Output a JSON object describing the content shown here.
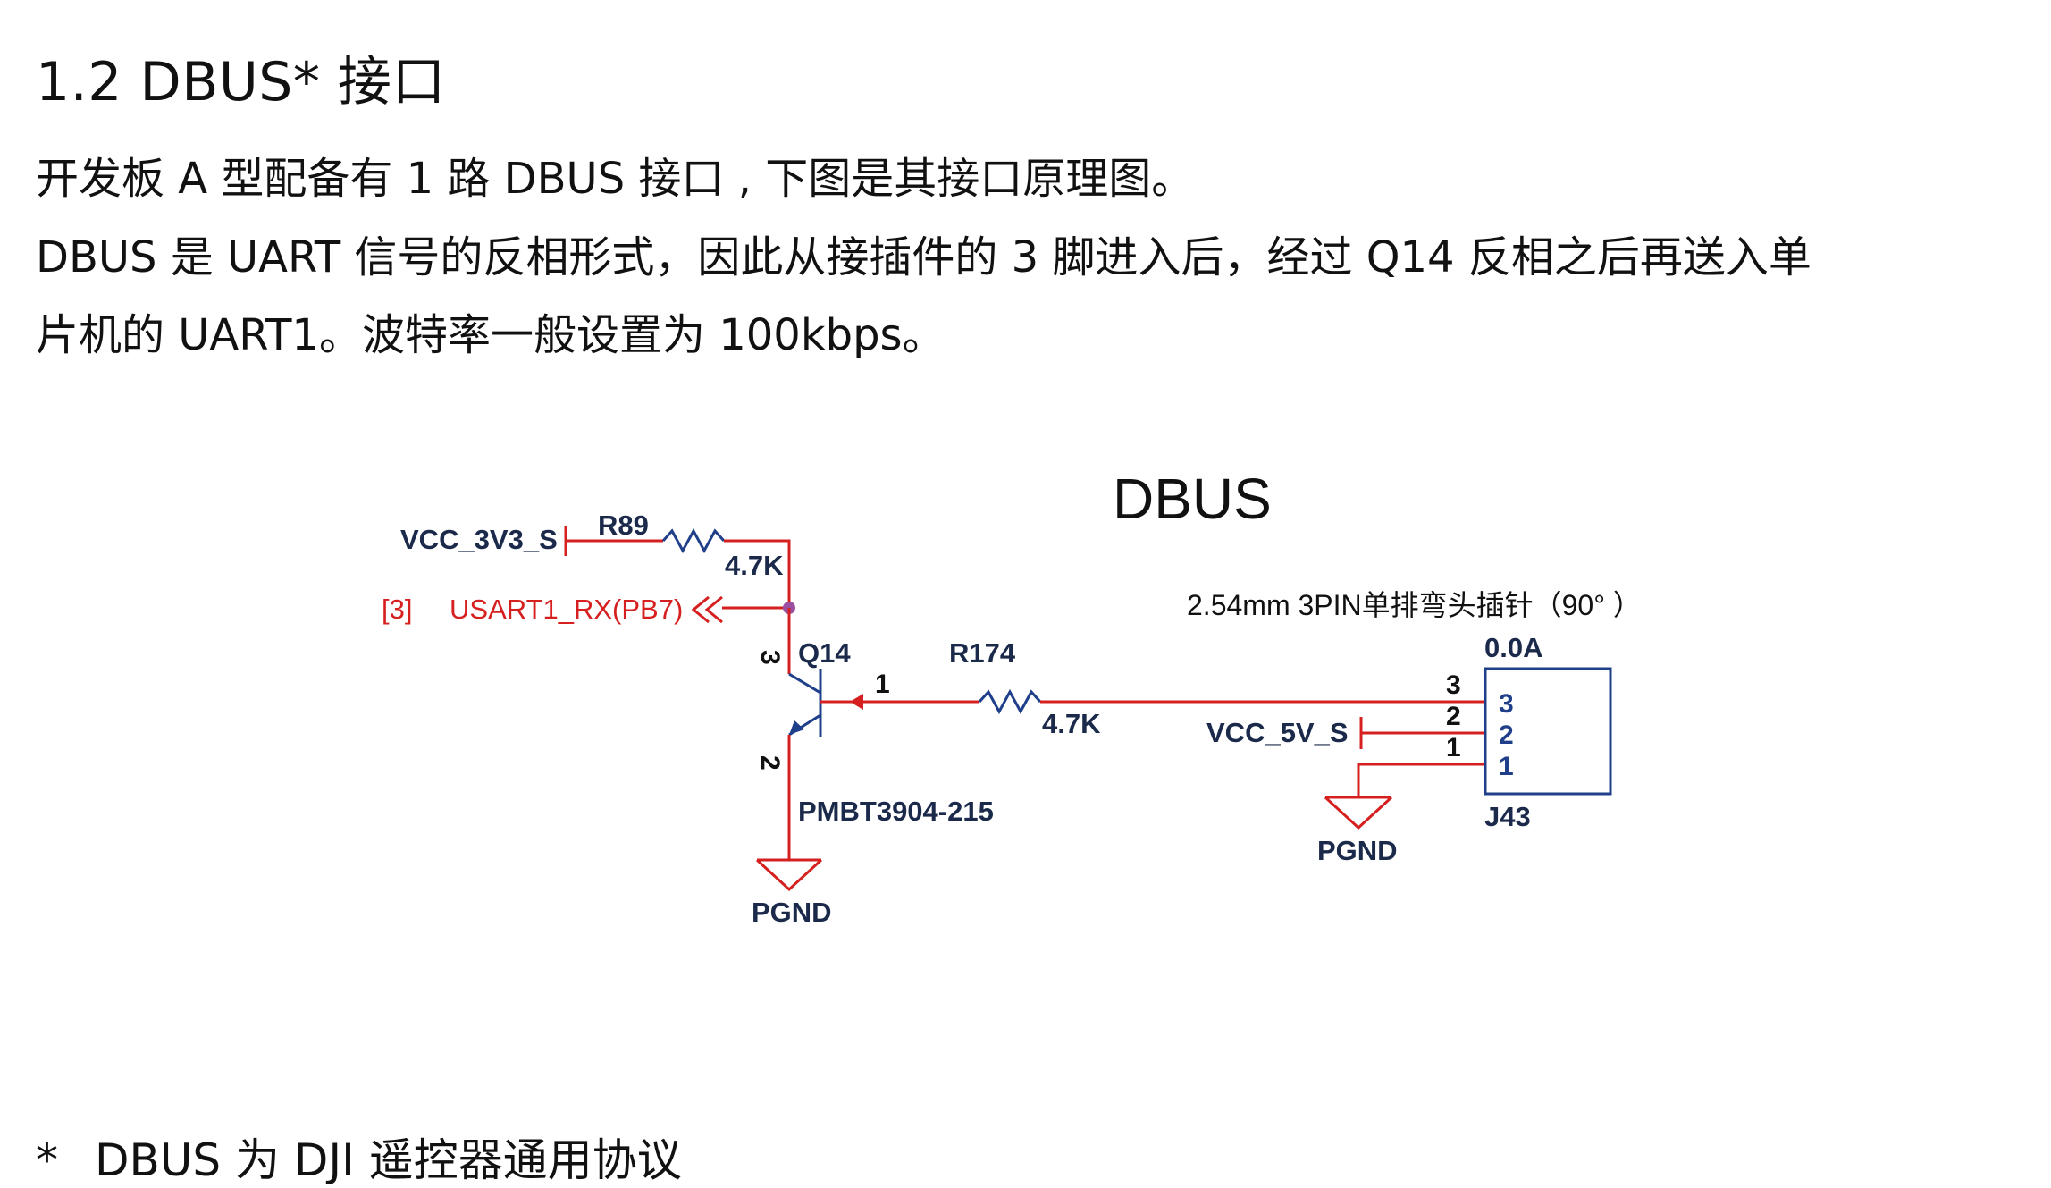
{
  "heading": "1.2  DBUS* 接口",
  "paragraphs": [
    "开发板 A 型配备有 1 路 DBUS 接口 , 下图是其接口原理图。",
    "DBUS 是 UART 信号的反相形式，因此从接插件的 3 脚进入后，经过 Q14 反相之后再送入单",
    "片机的 UART1。波特率一般设置为 100kbps。"
  ],
  "schematic": {
    "title": "DBUS",
    "connector_note": "2.54mm 3PIN单排弯头插针（90°  ）",
    "vcc_3v3": "VCC_3V3_S",
    "vcc_5v": "VCC_5V_S",
    "r89_ref": "R89",
    "r89_value": "4.7K",
    "r174_ref": "R174",
    "r174_value": "4.7K",
    "sheet_ref": "[3]",
    "net_label": "USART1_RX(PB7)",
    "transistor_ref": "Q14",
    "transistor_part": "PMBT3904-215",
    "base_pin": "1",
    "emitter_pin": "2",
    "collector_pin": "3",
    "gnd_left": "PGND",
    "gnd_right": "PGND",
    "connector_current": "0.0A",
    "connector_ref": "J43",
    "connector_pins": [
      "3",
      "2",
      "1"
    ],
    "wire_pins": [
      "3",
      "2",
      "1"
    ],
    "colors": {
      "wire_red": "#d62020",
      "part_blue": "#1f3f8a",
      "dot_purple": "#9b4fa0"
    }
  },
  "footnote": {
    "marker": "*",
    "text": "DBUS 为 DJI 遥控器通用协议"
  }
}
